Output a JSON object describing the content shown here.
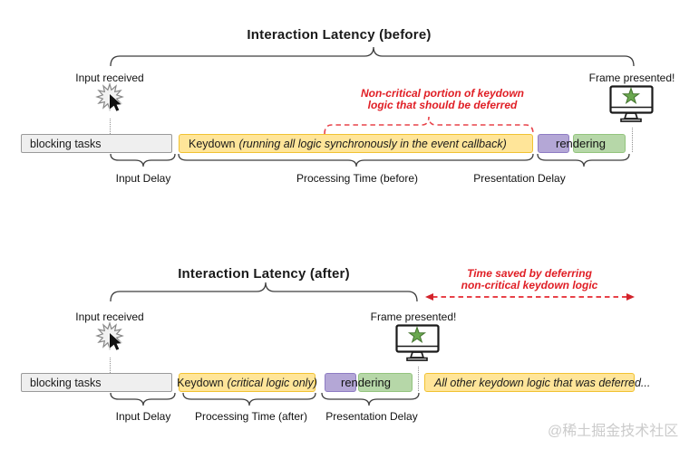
{
  "colors": {
    "yellow_fill": "#ffe599",
    "yellow_border": "#f1c232",
    "purple_fill": "#b4a7d6",
    "purple_border": "#8e7cc3",
    "green_fill": "#b6d7a8",
    "green_border": "#93c47d",
    "gray_fill": "#efefef",
    "gray_border": "#9a9a9a",
    "annotation_red": "#e01e25",
    "dash_red": "#e8434a",
    "star_green": "#6aa84f",
    "watermark_gray": "#cbcbcb"
  },
  "icons": [
    "click-burst-icon",
    "cursor-pointer-icon",
    "monitor-icon",
    "star-icon"
  ],
  "before": {
    "title": "Interaction Latency (before)",
    "input_received": "Input received",
    "frame_presented": "Frame presented!",
    "annotation": {
      "line1": "Non-critical portion of keydown",
      "line2": "logic that should be deferred"
    },
    "bar": {
      "blocking": "blocking tasks",
      "keydown_name": "Keydown",
      "keydown_note": "(running all logic synchronously in the event callback)",
      "rendering": "rendering"
    },
    "labels": {
      "input_delay": "Input Delay",
      "processing": "Processing Time (before)",
      "presentation": "Presentation Delay"
    }
  },
  "after": {
    "title": "Interaction Latency (after)",
    "input_received": "Input received",
    "frame_presented": "Frame presented!",
    "annotation": {
      "line1": "Time saved by deferring",
      "line2": "non-critical keydown logic"
    },
    "bar": {
      "blocking": "blocking tasks",
      "keydown_name": "Keydown",
      "keydown_note": "(critical logic only)",
      "rendering": "rendering",
      "deferred": "All other keydown logic that was deferred..."
    },
    "labels": {
      "input_delay": "Input Delay",
      "processing": "Processing Time (after)",
      "presentation": "Presentation Delay"
    }
  },
  "watermark": "@稀土掘金技术社区"
}
